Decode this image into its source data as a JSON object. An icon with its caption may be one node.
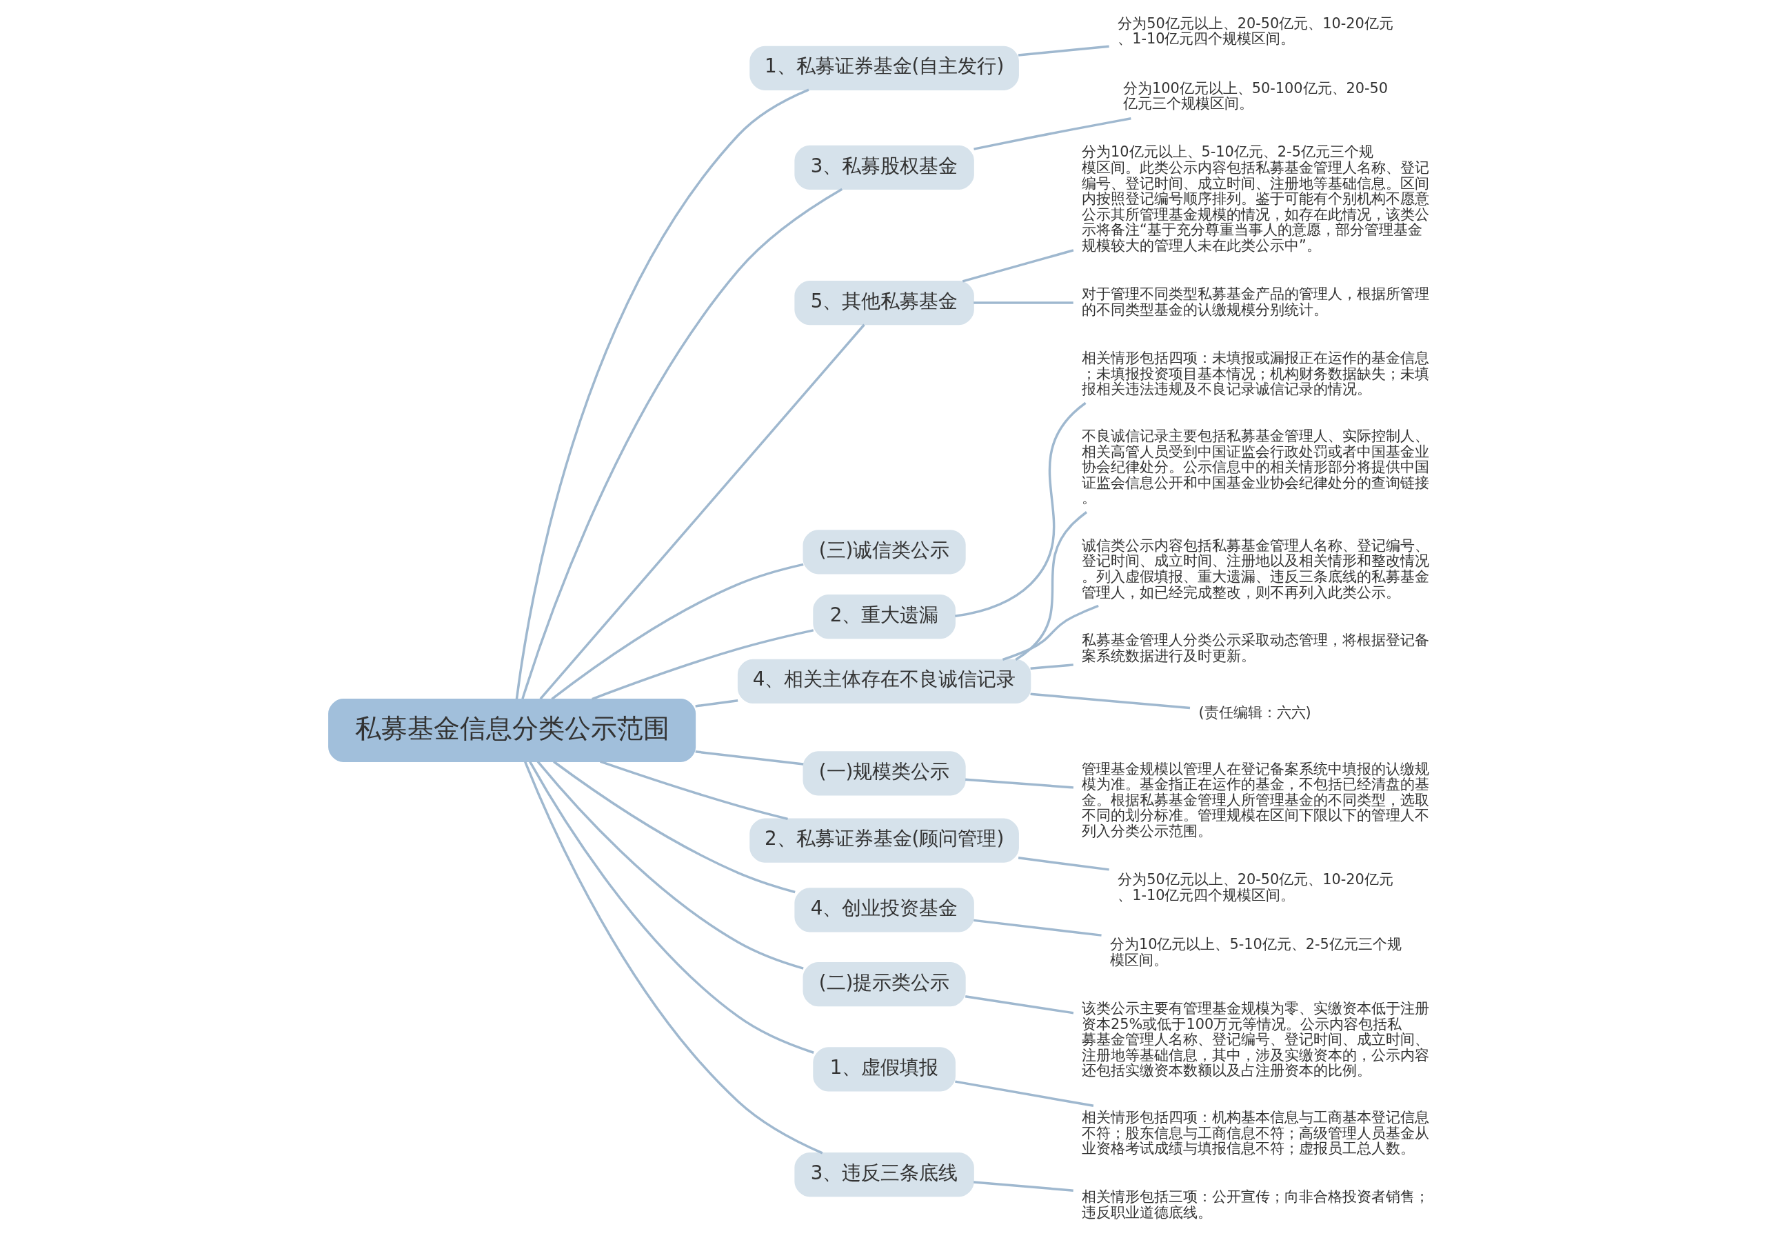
{
  "diagram": {
    "nodes": [
      {
        "text": [
          "私募基金信息分类公示范围"
        ]
      },
      {
        "text": [
          "1、私募证券基金(自主发行)"
        ]
      },
      {
        "text": [
          "分为50亿元以上、20-50亿元、10-20亿元、1-10亿元四个规模区间。"
        ]
      },
      {
        "text": [
          "3、私募股权基金"
        ]
      },
      {
        "text": [
          "分为100亿元以上、50-100亿元、20-50亿元三个规模区间。"
        ]
      },
      {
        "text": [
          "5、其他私募基金"
        ]
      },
      {
        "text": [
          "分为10亿元以上、5-10亿元、2-5亿元三个规模区间。此类公示内容包括私募基金管理人名称、登记编号、登记时间、成立时间、注册地等基础信息。区间内按照登记编号顺序排列。鉴于可能有个别机构不愿意公示其所管理基金规模的情况，如存在此情况，该类公示将备注“基于充分尊重当事人的意愿，部分管理基金规模较大的管理人未在此类公示中”。"
        ]
      },
      {
        "text": [
          "对于管理不同类型私募基金产品的管理人，根据所管理的不同类型基金的认缴规模分别统计。"
        ]
      },
      {
        "text": [
          "(三)诚信类公示"
        ]
      },
      {
        "text": [
          "2、重大遗漏"
        ]
      },
      {
        "text": [
          "相关情形包括四项：未填报或漏报正在运作的基金信息；未填报投资项目基本情况；机构财务数据缺失；未填报相关违法违规及不良记录诚信记录的情况。"
        ]
      },
      {
        "text": [
          "4、相关主体存在不良诚信记录"
        ]
      },
      {
        "text": [
          "不良诚信记录主要包括私募基金管理人、实际控制人、相关高管人员受到中国证监会行政处罚或者中国基金业协会纪律处分。公示信息中的相关情形部分将提供中国证监会信息公开和中国基金业协会纪律处分的查询链接。"
        ]
      },
      {
        "text": [
          "诚信类公示内容包括私募基金管理人名称、登记编号、登记时间、成立时间、注册地以及相关情形和整改情况。列入虚假填报、重大遗漏、违反三条底线的私募基金管理人，如已经完成整改，则不再列入此类公示。"
        ]
      },
      {
        "text": [
          "私募基金管理人分类公示采取动态管理，将根据登记备案系统数据进行及时更新。"
        ]
      },
      {
        "text": [
          "(责任编辑：六六)"
        ]
      },
      {
        "text": [
          "(一)规模类公示"
        ]
      },
      {
        "text": [
          "管理基金规模以管理人在登记备案系统中填报的认缴规模为准。基金指正在运作的基金，不包括已经清盘的基金。根据私募基金管理人所管理基金的不同类型，选取不同的划分标准。管理规模在区间下限以下的管理人不列入分类公示范围。"
        ]
      },
      {
        "text": [
          "2、私募证券基金(顾问管理)"
        ]
      },
      {
        "text": [
          "分为50亿元以上、20-50亿元、10-20亿元、1-10亿元四个规模区间。"
        ]
      },
      {
        "text": [
          "4、创业投资基金"
        ]
      },
      {
        "text": [
          "分为10亿元以上、5-10亿元、2-5亿元三个规模区间。"
        ]
      },
      {
        "text": [
          "(二)提示类公示"
        ]
      },
      {
        "text": [
          "该类公示主要有管理基金规模为零、实缴资本低于注册资本25%或低于100万元等情况。公示内容包括私募基金管理人名称、登记编号、登记时间、成立时间、注册地等基础信息，其中，涉及实缴资本的，公示内容还包括实缴资本数额以及占注册资本的比例。"
        ]
      },
      {
        "text": [
          "1、虚假填报"
        ]
      },
      {
        "text": [
          "相关情形包括四项：机构基本信息与工商基本登记信息不符；股东信息与工商信息不符；高级管理人员基金从业资格考试成绩与填报信息不符；虚报员工总人数。"
        ]
      },
      {
        "text": [
          "3、违反三条底线"
        ]
      },
      {
        "text": [
          "相关情形包括三项：公开宣传；向非合格投资者销售；违反职业道德底线。"
        ]
      }
    ],
    "edges": [
      {
        "from": 0,
        "to": 1,
        "arrow": "none"
      },
      {
        "from": 1,
        "to": 2,
        "arrow": "none"
      },
      {
        "from": 0,
        "to": 3,
        "arrow": "none"
      },
      {
        "from": 3,
        "to": 4,
        "arrow": "none"
      },
      {
        "from": 0,
        "to": 5,
        "arrow": "none"
      },
      {
        "from": 5,
        "to": 6,
        "arrow": "none"
      },
      {
        "from": 5,
        "to": 7,
        "arrow": "none"
      },
      {
        "from": 0,
        "to": 8,
        "arrow": "none"
      },
      {
        "from": 0,
        "to": 9,
        "arrow": "none"
      },
      {
        "from": 9,
        "to": 10,
        "arrow": "none"
      },
      {
        "from": 0,
        "to": 11,
        "arrow": "none"
      },
      {
        "from": 11,
        "to": 12,
        "arrow": "none"
      },
      {
        "from": 11,
        "to": 13,
        "arrow": "none"
      },
      {
        "from": 11,
        "to": 14,
        "arrow": "none"
      },
      {
        "from": 11,
        "to": 15,
        "arrow": "none"
      },
      {
        "from": 0,
        "to": 16,
        "arrow": "none"
      },
      {
        "from": 16,
        "to": 17,
        "arrow": "none"
      },
      {
        "from": 0,
        "to": 18,
        "arrow": "none"
      },
      {
        "from": 18,
        "to": 19,
        "arrow": "none"
      },
      {
        "from": 0,
        "to": 20,
        "arrow": "none"
      },
      {
        "from": 20,
        "to": 21,
        "arrow": "none"
      },
      {
        "from": 0,
        "to": 22,
        "arrow": "none"
      },
      {
        "from": 22,
        "to": 23,
        "arrow": "none"
      },
      {
        "from": 0,
        "to": 24,
        "arrow": "none"
      },
      {
        "from": 24,
        "to": 25,
        "arrow": "none"
      },
      {
        "from": 0,
        "to": 26,
        "arrow": "none"
      },
      {
        "from": 26,
        "to": 27,
        "arrow": "none"
      }
    ]
  }
}
